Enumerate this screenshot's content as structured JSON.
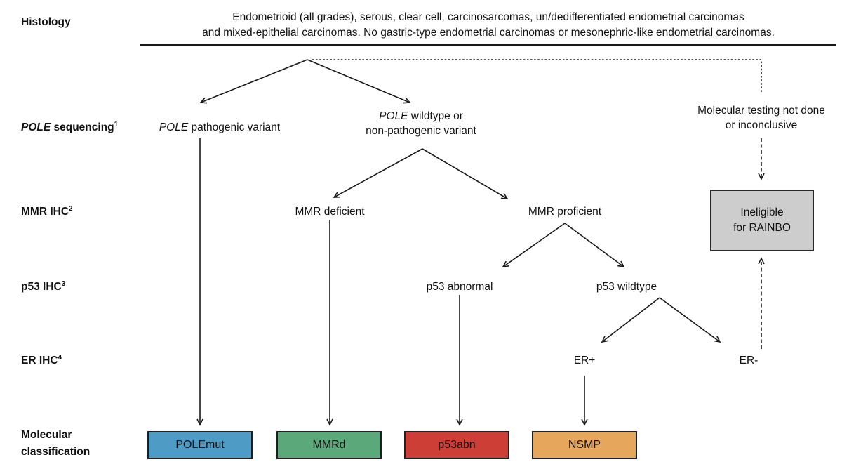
{
  "header": {
    "row_label": "Histology",
    "line1": "Endometrioid (all grades), serous, clear cell, carcinosarcomas, un/dedifferentiated endometrial carcinomas",
    "line2": "and mixed-epithelial carcinomas. No gastric-type endometrial carcinomas or mesonephric-like endometrial carcinomas."
  },
  "rows": {
    "pole": {
      "label_italic": "POLE",
      "label_rest": " sequencing",
      "label_sup": "1"
    },
    "mmr": {
      "label": "MMR IHC",
      "label_sup": "2"
    },
    "p53": {
      "label": "p53 IHC",
      "label_sup": "3"
    },
    "er": {
      "label": "ER IHC",
      "label_sup": "4"
    },
    "classification": {
      "label_line1": "Molecular",
      "label_line2": "classification"
    }
  },
  "nodes": {
    "pole_pathogenic": {
      "italic": "POLE",
      "rest": " pathogenic variant"
    },
    "pole_wildtype": {
      "italic": "POLE",
      "rest": " wildtype or",
      "line2": "non-pathogenic variant"
    },
    "molecular_testing": {
      "line1": "Molecular testing not done",
      "line2": "or inconclusive"
    },
    "mmr_deficient": "MMR deficient",
    "mmr_proficient": "MMR proficient",
    "p53_abnormal": "p53 abnormal",
    "p53_wildtype": "p53 wildtype",
    "er_positive": "ER+",
    "er_negative": "ER-",
    "ineligible": {
      "line1": "Ineligible",
      "line2": "for RAINBO"
    }
  },
  "classification_boxes": [
    {
      "label": "POLEmut",
      "color": "#4e9cc6"
    },
    {
      "label": "MMRd",
      "color": "#5ba87a"
    },
    {
      "label": "p53abn",
      "color": "#cd3e36"
    },
    {
      "label": "NSMP",
      "color": "#e5a75c"
    }
  ],
  "colors": {
    "ineligible_fill": "#cdcdcd",
    "line": "#1a1a1a"
  }
}
